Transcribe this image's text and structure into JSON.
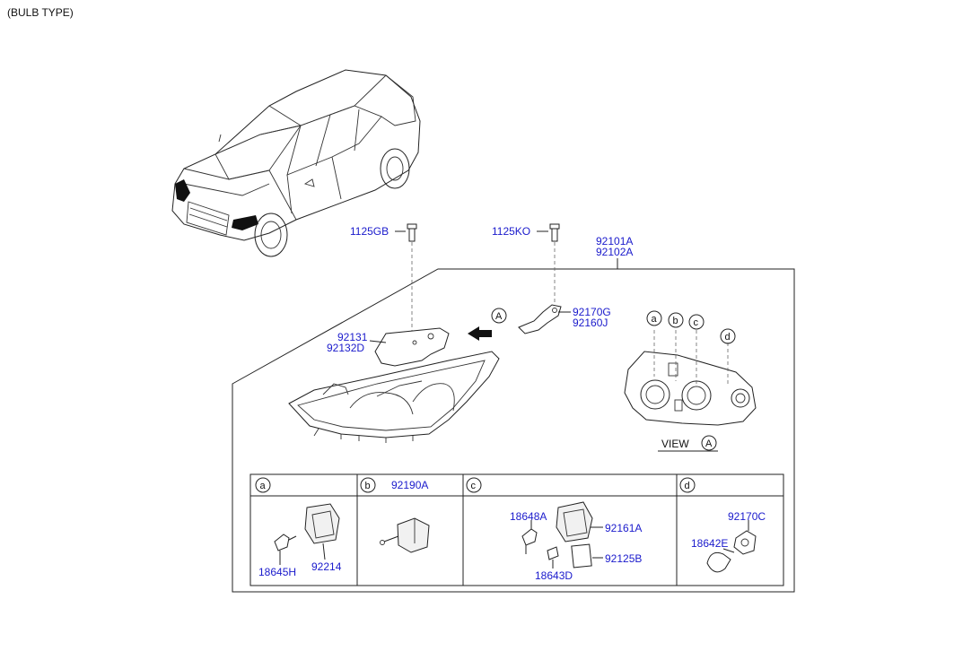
{
  "header": {
    "title": "(BULB TYPE)"
  },
  "labels": {
    "bolt_1": "1125GB",
    "bolt_2": "1125KO",
    "assy_1": "92101A",
    "assy_2": "92102A",
    "cover_1": "92131",
    "cover_2": "92132D",
    "bracket_1": "92170G",
    "bracket_2": "92160J",
    "view_a": "A",
    "view_text": "VIEW",
    "view_circle": "A"
  },
  "callouts": {
    "a": "a",
    "b": "b",
    "c": "c",
    "d": "d"
  },
  "table": {
    "cells": [
      {
        "key": "a",
        "title": "",
        "parts": [
          "18645H",
          "92214"
        ]
      },
      {
        "key": "b",
        "title": "92190A",
        "parts": []
      },
      {
        "key": "c",
        "title": "",
        "parts": [
          "18648A",
          "92161A",
          "92125B",
          "18643D"
        ]
      },
      {
        "key": "d",
        "title": "",
        "parts": [
          "92170C",
          "18642E"
        ]
      }
    ]
  },
  "colors": {
    "part_number": "#1a1acc",
    "line": "#222222",
    "background": "#ffffff"
  }
}
